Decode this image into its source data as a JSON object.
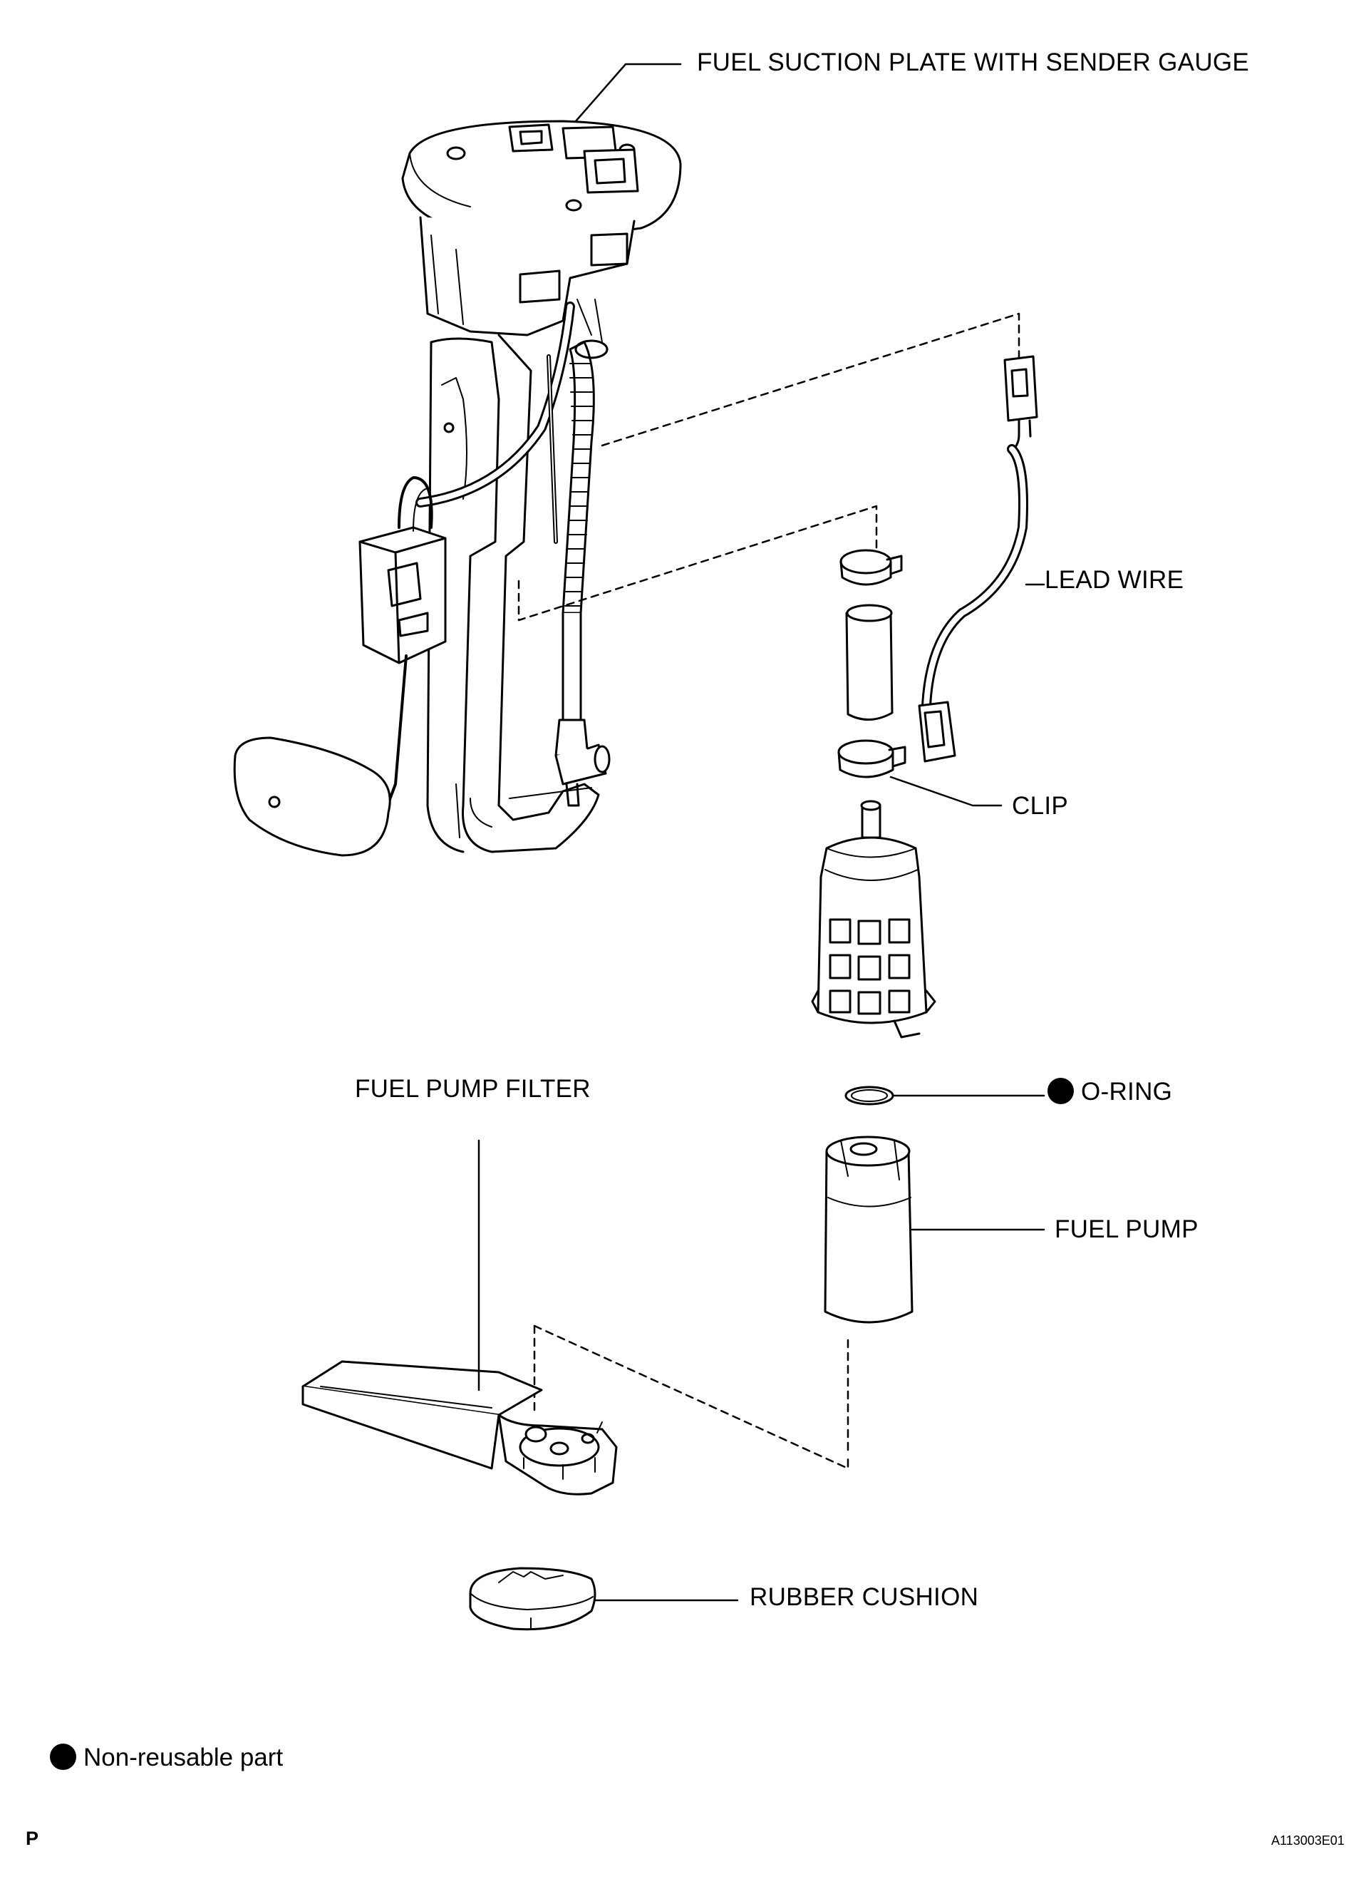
{
  "labels": {
    "suction_plate": "FUEL SUCTION PLATE WITH SENDER GAUGE",
    "lead_wire": "LEAD WIRE",
    "clip": "CLIP",
    "o_ring": "O-RING",
    "fuel_pump_filter": "FUEL PUMP FILTER",
    "fuel_pump": "FUEL PUMP",
    "rubber_cushion": "RUBBER CUSHION"
  },
  "legend": {
    "text": "Non-reusable part",
    "marker_color": "#000000"
  },
  "footer": {
    "page_letter": "P",
    "figure_code": "A113003E01"
  }
}
